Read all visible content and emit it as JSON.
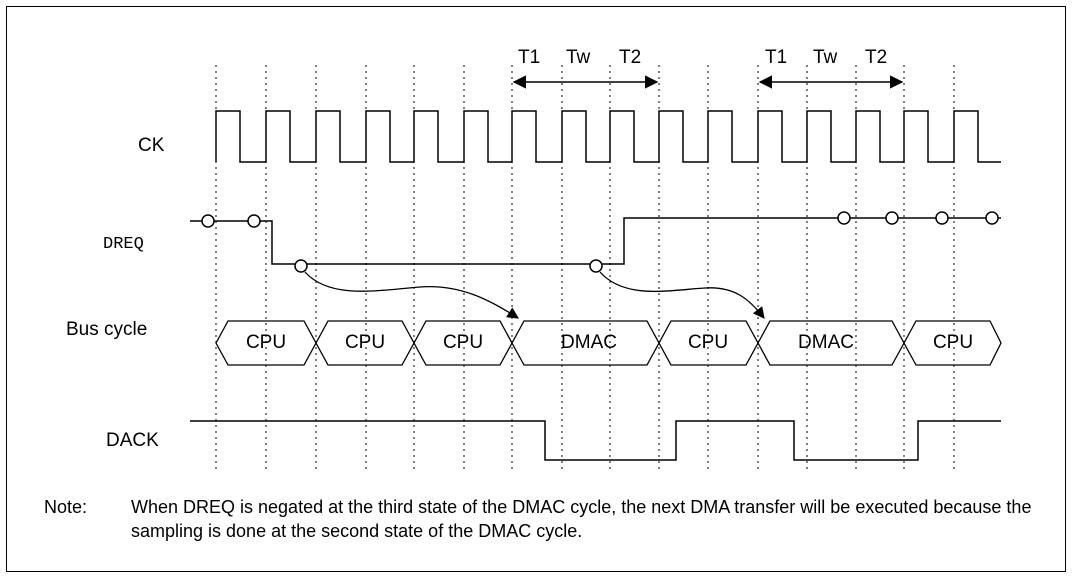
{
  "signals": {
    "ck": "CK",
    "dreq": "DREQ",
    "bus_cycle": "Bus cycle",
    "dack": "DACK"
  },
  "states": {
    "group1": [
      "T1",
      "Tw",
      "T2"
    ],
    "group2": [
      "T1",
      "Tw",
      "T2"
    ]
  },
  "bus_cycles": [
    "CPU",
    "CPU",
    "CPU",
    "DMAC",
    "CPU",
    "DMAC",
    "CPU"
  ],
  "note": {
    "head": "Note:",
    "body": "When DREQ is negated at the third state of the DMAC cycle, the next DMA transfer will be executed because the sampling is done at the second state of the DMAC cycle."
  }
}
